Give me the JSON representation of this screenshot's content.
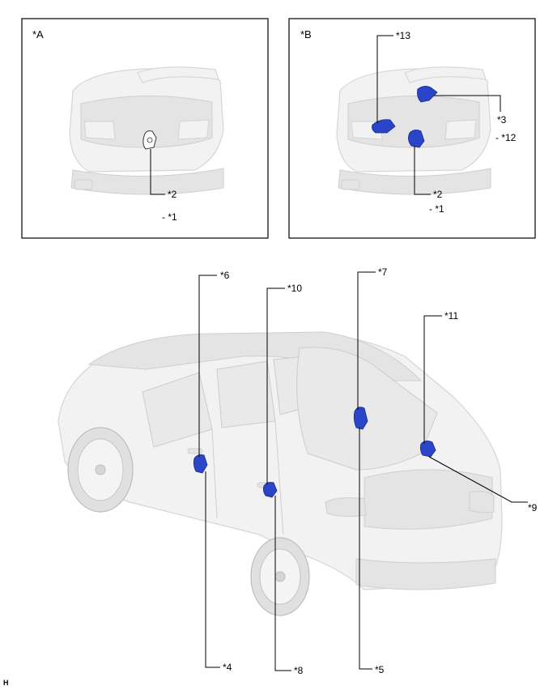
{
  "panels": {
    "a": {
      "label": "*A"
    },
    "b": {
      "label": "*B"
    }
  },
  "callouts": {
    "a_2": "*2",
    "a_1": "- *1",
    "b_13": "*13",
    "b_3": "*3",
    "b_12": "- *12",
    "b_2": "*2",
    "b_1": "- *1",
    "c_6": "*6",
    "c_10": "*10",
    "c_7": "*7",
    "c_11": "*11",
    "c_9": "*9",
    "c_4": "*4",
    "c_8": "*8",
    "c_5": "*5"
  },
  "corner_mark": "H",
  "colors": {
    "highlight": "#2b45c8",
    "vehicle": "#f2f2f2",
    "line": "#000000"
  }
}
